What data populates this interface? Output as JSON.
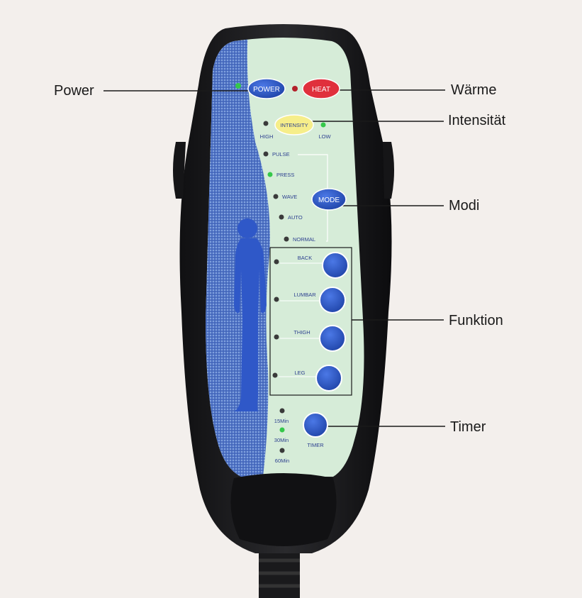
{
  "callouts": {
    "power": "Power",
    "heat": "Wärme",
    "intensity": "Intensität",
    "modes": "Modi",
    "function": "Funktion",
    "timer": "Timer"
  },
  "remote": {
    "power_button": "POWER",
    "heat_button": "HEAT",
    "intensity_button": "INTENSITY",
    "intensity_high": "HIGH",
    "intensity_low": "LOW",
    "mode_button": "MODE",
    "modes": [
      "PULSE",
      "PRESS",
      "WAVE",
      "AUTO",
      "NORMAL"
    ],
    "zones": [
      "BACK",
      "LUMBAR",
      "THIGH",
      "LEG"
    ],
    "timer_button": "TIMER",
    "timer_options": [
      "15Min",
      "30Min",
      "60Min"
    ]
  },
  "colors": {
    "background": "#f3efec",
    "casing": "#1e1e20",
    "panel": "#d6ecd8",
    "pattern_blue": "#3a5fb8",
    "button_blue": "#2f58c8",
    "heat_red": "#e0303c",
    "intensity_yellow": "#f6ee8a",
    "led_green": "#35c84a",
    "led_red": "#b3202a",
    "led_off": "#3a3a3a"
  }
}
